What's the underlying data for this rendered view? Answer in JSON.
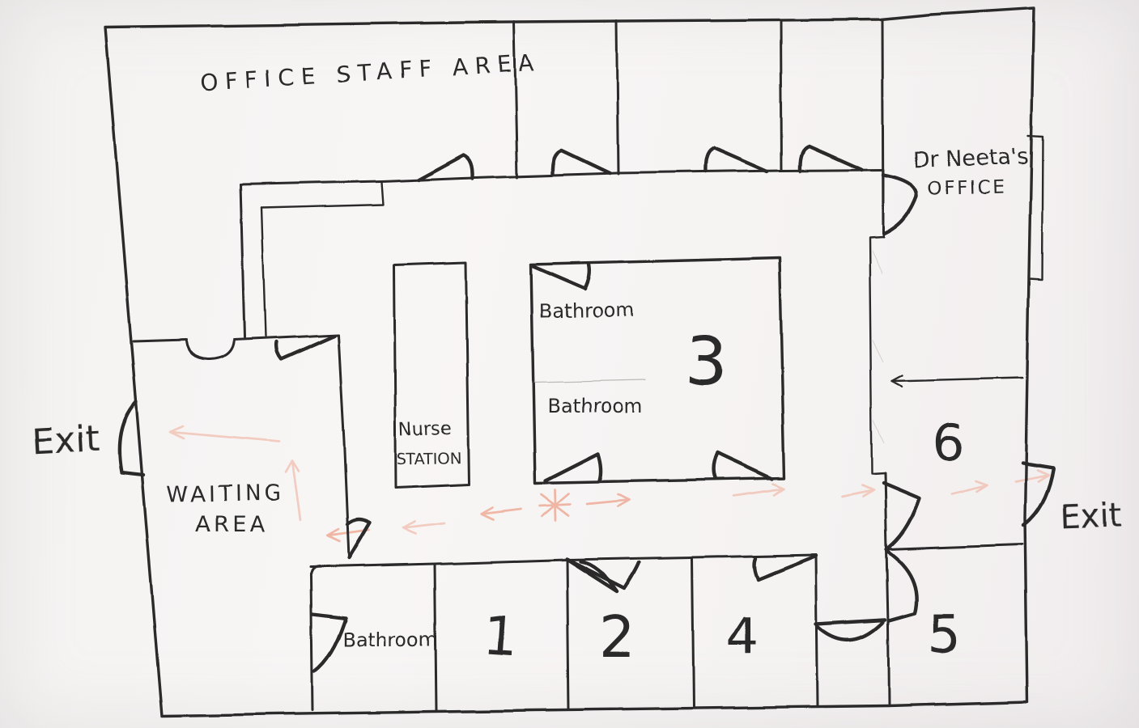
{
  "plan": {
    "areas": {
      "office_staff_area": "OFFICE STAFF AREA",
      "dr_neetas_office": {
        "line1": "Dr Neeta's",
        "line2": "OFFICE"
      },
      "waiting_area": {
        "line1": "WAITING",
        "line2": "AREA"
      },
      "nurse_station": {
        "line1": "Nurse",
        "line2": "STATION"
      },
      "bathroom_upper": "Bathroom",
      "bathroom_lower": "Bathroom",
      "bathroom_bottom": "Bathroom"
    },
    "rooms": {
      "r1": "1",
      "r2": "2",
      "r3": "3",
      "r4": "4",
      "r5": "5",
      "r6": "6"
    },
    "exits": {
      "left": "Exit",
      "right": "Exit"
    },
    "colors": {
      "ink": "#2b292c",
      "paper": "#f6f4f2",
      "flow_arrow": "#efab96"
    }
  }
}
